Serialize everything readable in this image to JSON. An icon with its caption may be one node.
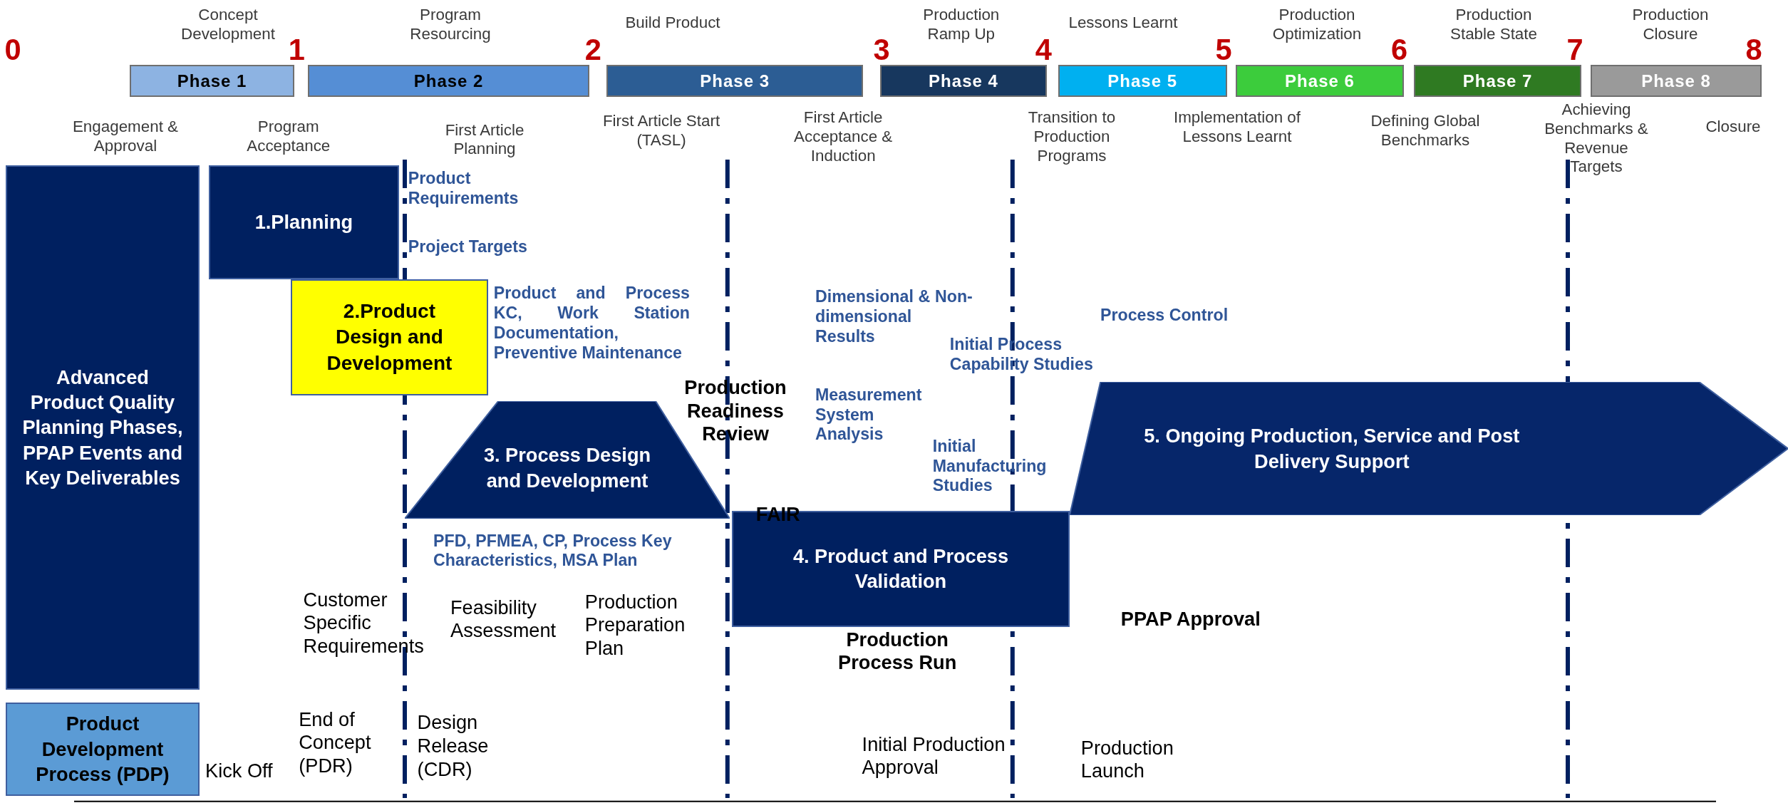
{
  "diagram": {
    "nodes": [
      {
        "text": [
          "Phase 1"
        ]
      },
      {
        "text": [
          "Phase 2"
        ]
      },
      {
        "text": [
          "Phase 3"
        ]
      },
      {
        "text": [
          "Phase 4"
        ]
      },
      {
        "text": [
          "Phase 5"
        ]
      },
      {
        "text": [
          "Phase 6"
        ]
      },
      {
        "text": [
          "Phase 7"
        ]
      },
      {
        "text": [
          "Phase 8"
        ]
      },
      {
        "text": [
          "Advanced Product Quality Planning Phases, PPAP Events and Key Deliverables"
        ]
      },
      {
        "text": [
          "1.Planning"
        ]
      },
      {
        "text": [
          "2.Product Design and Development"
        ]
      },
      {
        "text": [
          "3. Process Design and Development"
        ]
      },
      {
        "text": [
          "4. Product and Process Validation"
        ]
      },
      {
        "text": [
          "5. Ongoing Production, Service and Post Delivery Support"
        ]
      },
      {
        "text": [
          "Product Development Process (PDP)"
        ]
      }
    ],
    "labels": [
      "Concept Development",
      "Program Resourcing",
      "Build Product",
      "Production Ramp Up",
      "Lessons Learnt",
      "Production Optimization",
      "Production Stable State",
      "Production Closure",
      "0",
      "1",
      "2",
      "3",
      "4",
      "5",
      "6",
      "7",
      "8",
      "Engagement & Approval",
      "Program Acceptance",
      "First Article Planning",
      "First Article Start (TASL)",
      "First Article Acceptance & Induction",
      "Transition to Production Programs",
      "Implementation of Lessons Learnt",
      "Defining Global Benchmarks",
      "Achieving Benchmarks & Revenue Targets",
      "Closure",
      "Product Requirements",
      "Project Targets",
      "Product and Process KC, Work Station Documentation, Preventive Maintenance",
      "Dimensional & Non-dimensional Results",
      "Process Control",
      "Initial Process Capability Studies",
      "Production Readiness Review",
      "Measurement System Analysis",
      "Initial Manufacturing Studies",
      "FAIR",
      "PFD, PFMEA, CP, Process Key Characteristics, MSA Plan",
      "Customer Specific Requirements",
      "Feasibility Assessment",
      "Production Preparation Plan",
      "PPAP Approval",
      "Production Process Run",
      "End of Concept (PDR)",
      "Design Release (CDR)",
      "Initial Production Approval",
      "Production Launch",
      "Kick Off"
    ]
  }
}
